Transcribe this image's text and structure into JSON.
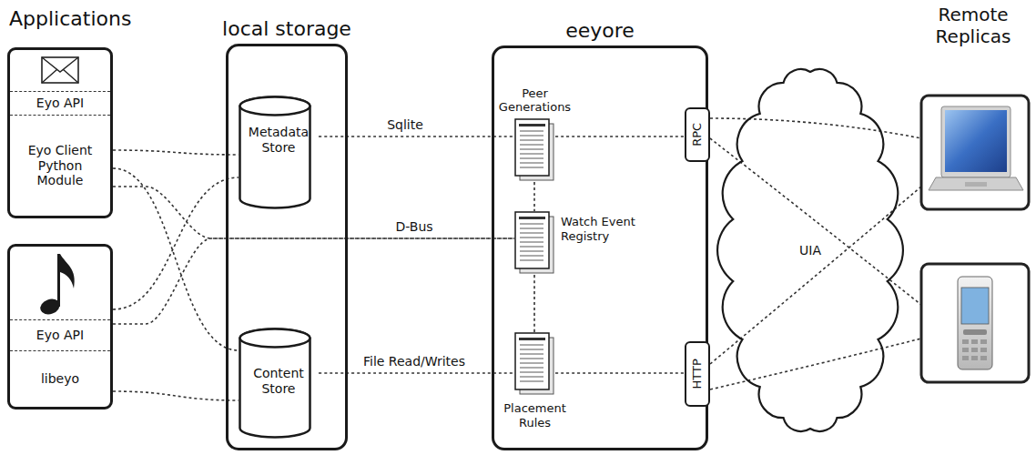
{
  "diagram": {
    "nodes": [
      {
        "text": [
          "Eyo API",
          "Eyo Client Python Module"
        ]
      },
      {
        "text": [
          "Eyo API",
          "libeyo"
        ]
      },
      {
        "text": [
          "local storage"
        ]
      },
      {
        "text": [
          "Metadata Store"
        ],
        "in": 2
      },
      {
        "text": [
          "Content Store"
        ],
        "in": 2
      },
      {
        "text": [
          "eeyore"
        ]
      },
      {
        "text": [
          "Peer Generations"
        ],
        "in": 5
      },
      {
        "text": [
          "Watch Event Registry"
        ],
        "in": 5
      },
      {
        "text": [
          "Placement Rules"
        ],
        "in": 5
      },
      {
        "text": [
          "RPC"
        ],
        "in": 5
      },
      {
        "text": [
          "HTTP"
        ],
        "in": 5
      },
      {
        "text": [
          "UIA"
        ]
      }
    ],
    "edges": [
      {
        "from": 0,
        "to": 3,
        "arrow": "none"
      },
      {
        "from": 0,
        "to": 4,
        "arrow": "none"
      },
      {
        "from": 0,
        "to": 7,
        "label": "D-Bus",
        "arrow": "none"
      },
      {
        "from": 1,
        "to": 3,
        "arrow": "none"
      },
      {
        "from": 1,
        "to": 7,
        "arrow": "none"
      },
      {
        "from": 1,
        "to": 4,
        "arrow": "none"
      },
      {
        "from": 3,
        "to": 6,
        "label": "Sqlite",
        "arrow": "none"
      },
      {
        "from": 4,
        "to": 8,
        "label": "File Read/Writes",
        "arrow": "none"
      },
      {
        "from": 6,
        "to": 7,
        "arrow": "none"
      },
      {
        "from": 7,
        "to": 8,
        "arrow": "none"
      },
      {
        "from": 6,
        "to": 9,
        "arrow": "none"
      },
      {
        "from": 8,
        "to": 10,
        "arrow": "none"
      }
    ],
    "labels": [
      "Applications",
      "Remote Replicas"
    ]
  }
}
